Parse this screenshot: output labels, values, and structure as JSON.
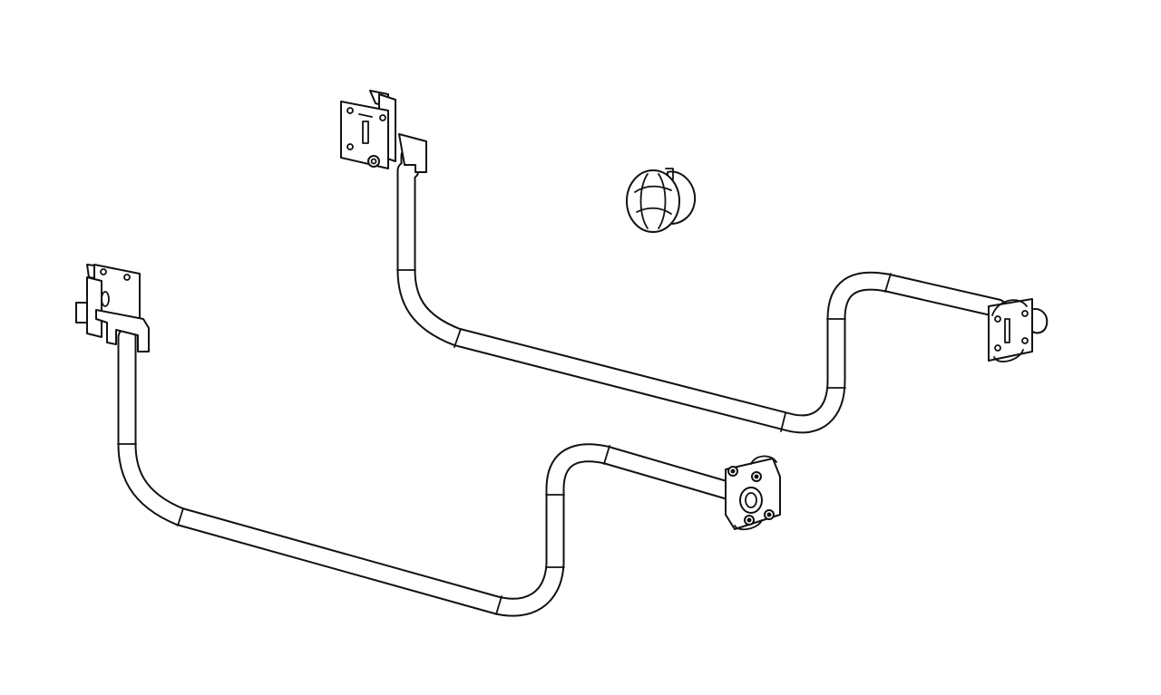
{
  "drawing": {
    "background": "#ffffff",
    "line_color": "#111111",
    "parts": [
      "upper-rail-assembly",
      "lower-rail-assembly",
      "knob",
      "wall-bracket-upper-left",
      "wall-bracket-upper-right",
      "wall-bracket-lower-left",
      "wall-bracket-lower-right"
    ]
  }
}
